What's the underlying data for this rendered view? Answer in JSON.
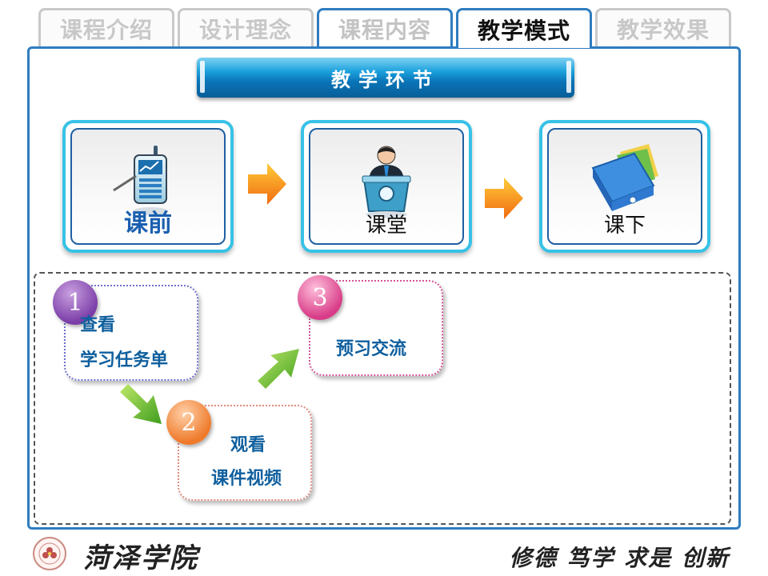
{
  "tabs": [
    {
      "label": "课程介绍"
    },
    {
      "label": "设计理念"
    },
    {
      "label": "课程内容"
    },
    {
      "label": "教学模式"
    },
    {
      "label": "教学效果"
    }
  ],
  "banner": {
    "title": "教学环节"
  },
  "stages": [
    {
      "label": "课前",
      "icon": "smartphone-icon"
    },
    {
      "label": "课堂",
      "icon": "teacher-podium-icon"
    },
    {
      "label": "课下",
      "icon": "blue-folder-icon"
    }
  ],
  "steps": [
    {
      "number": "1",
      "line1": "查看",
      "line2": "学习任务单"
    },
    {
      "number": "2",
      "line1": "观看",
      "line2": "课件视频"
    },
    {
      "number": "3",
      "line1": "预习交流"
    }
  ],
  "footer": {
    "school": "菏泽学院",
    "motto": "修德 笃学 求是 创新",
    "logo_icon": "university-seal-icon"
  },
  "colors": {
    "frame": "#2f7cc0",
    "card_border": "#37c2e6",
    "banner": "#0a74b8",
    "step_text": "#0f5f9e"
  }
}
